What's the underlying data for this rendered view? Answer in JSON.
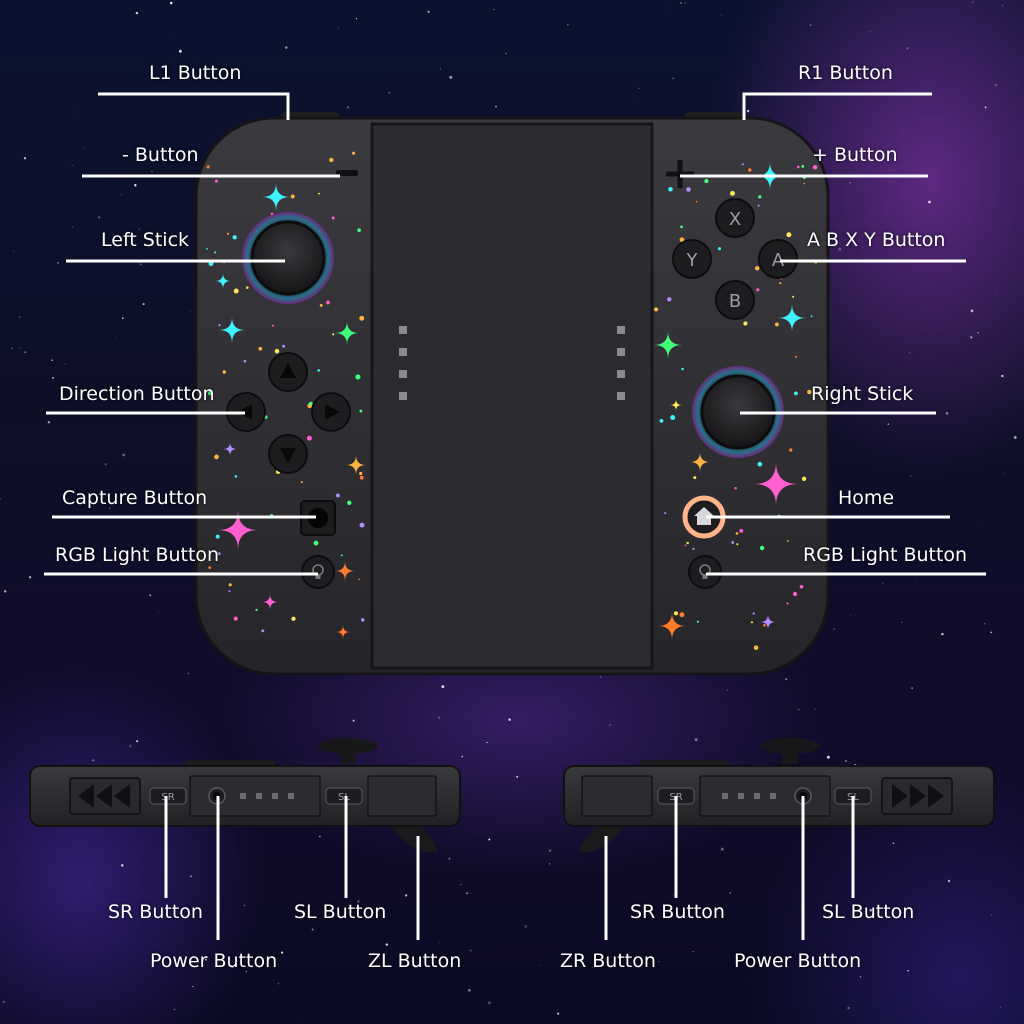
{
  "labels": {
    "l1": "L1 Button",
    "r1": "R1 Button",
    "minus": "- Button",
    "plus": "+ Button",
    "left_stick": "Left Stick",
    "abxy": "A B X Y Button",
    "direction": "Direction Button",
    "right_stick": "Right Stick",
    "capture": "Capture Button",
    "home": "Home",
    "rgb_left": "RGB Light Button",
    "rgb_right": "RGB Light Button",
    "sr_left": "SR Button",
    "sl_left": "SL Button",
    "power_left": "Power Button",
    "zl": "ZL Button",
    "zr": "ZR Button",
    "sr_right": "SR Button",
    "sl_right": "SL Button",
    "power_right": "Power Button"
  },
  "buttons": {
    "x": "X",
    "y": "Y",
    "a": "A",
    "b": "B",
    "sr_rail_left": "SR",
    "sl_rail_left": "SL",
    "sr_rail_right": "SR",
    "sl_rail_right": "SL"
  },
  "colors": {
    "controller": "#2e2e32",
    "grip": "#323236",
    "leader_line": "#ffffff",
    "home_ring": "#ffb38a"
  }
}
